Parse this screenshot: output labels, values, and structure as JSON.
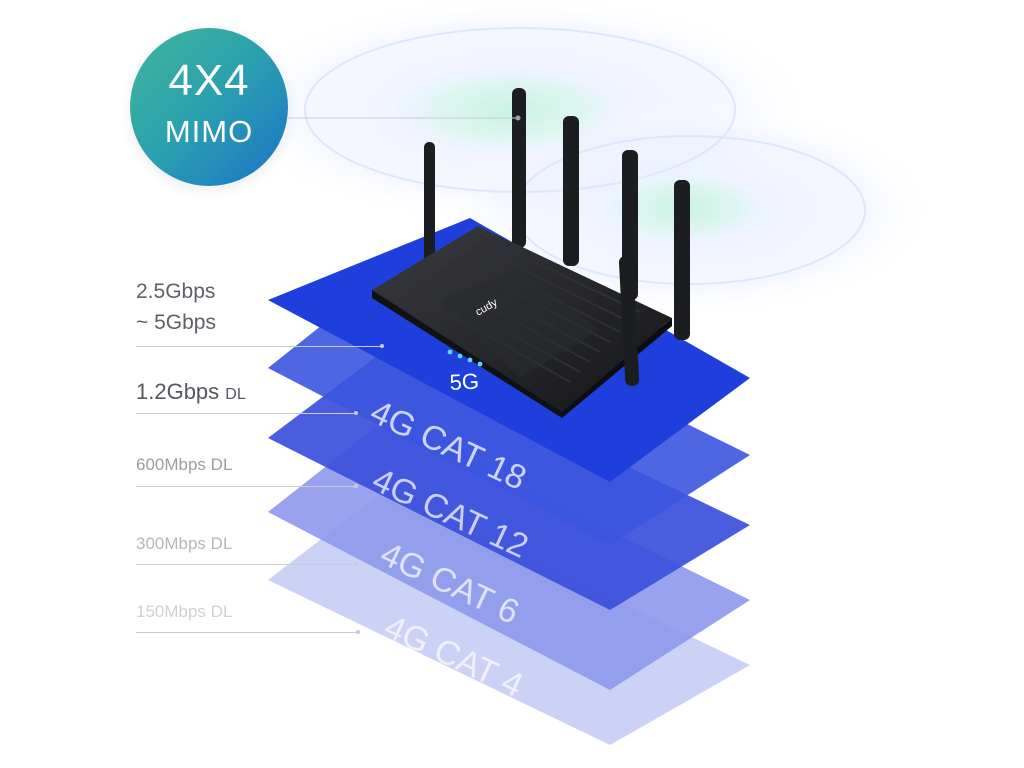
{
  "badge": {
    "line1": "4X4",
    "line2": "MIMO"
  },
  "speeds": [
    {
      "line1": "2.5Gbps",
      "line2": "~ 5Gbps"
    },
    {
      "value": "1.2Gbps",
      "unit": "DL"
    },
    {
      "value": "600Mbps",
      "unit": "DL"
    },
    {
      "value": "300Mbps",
      "unit": "DL"
    },
    {
      "value": "150Mbps",
      "unit": "DL"
    }
  ],
  "layers": [
    "5G",
    "4G CAT 18",
    "4G CAT 12",
    "4G CAT 6",
    "4G CAT 4"
  ],
  "router": {
    "brand": "cudy"
  },
  "colors": {
    "plate_5g": "#1f3fdc",
    "plate_cat18": "#3c55e0",
    "plate_cat12": "#3b4fdc",
    "plate_cat6": "#8d98ec",
    "plate_cat4": "#c3c9f5",
    "signal_green": "#b8f0d8",
    "signal_blue": "#e6ecff",
    "router_body": "#232427"
  }
}
